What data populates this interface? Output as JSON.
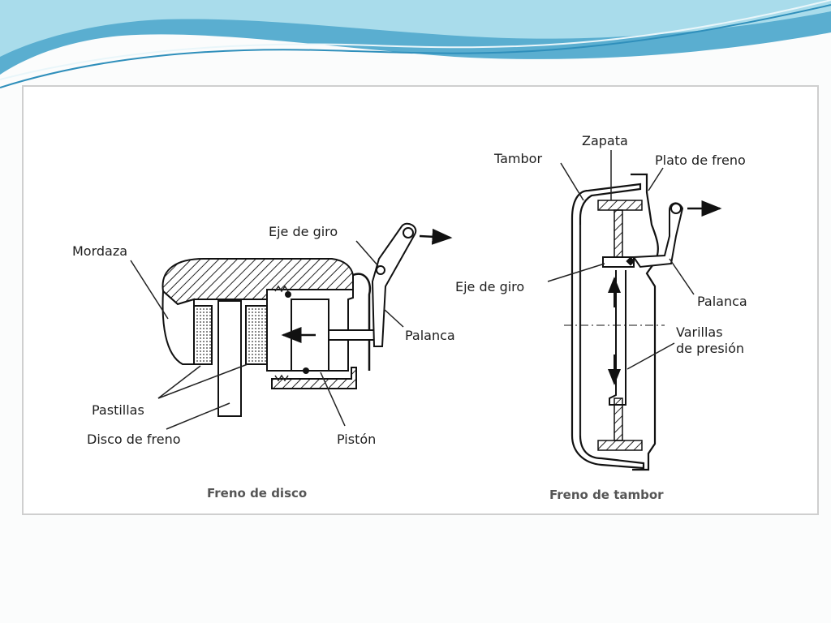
{
  "theme": {
    "wave_dark": "#5aaed0",
    "wave_light": "#a9dceb",
    "wave_line": "#2f8fbb",
    "panel_border": "#cfcfcf",
    "ink": "#1d1d1d"
  },
  "disc_brake": {
    "caption": "Freno de disco",
    "labels": {
      "mordaza": "Mordaza",
      "eje_de_giro": "Eje de giro",
      "palanca": "Palanca",
      "pastillas": "Pastillas",
      "disco_de_freno": "Disco de freno",
      "piston": "Pistón"
    }
  },
  "drum_brake": {
    "caption": "Freno de tambor",
    "labels": {
      "tambor": "Tambor",
      "zapata": "Zapata",
      "plato_de_freno": "Plato de freno",
      "eje_de_giro": "Eje de giro",
      "palanca": "Palanca",
      "varillas_line1": "Varillas",
      "varillas_line2": "de presión"
    }
  }
}
